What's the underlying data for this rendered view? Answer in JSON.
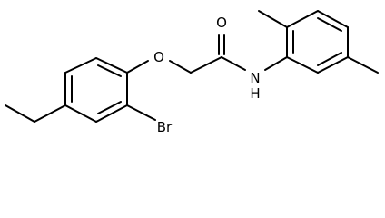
{
  "atoms": {
    "O_ether": "O",
    "O_carbonyl": "O",
    "NH": "N",
    "H_amide": "H",
    "Br": "Br"
  }
}
